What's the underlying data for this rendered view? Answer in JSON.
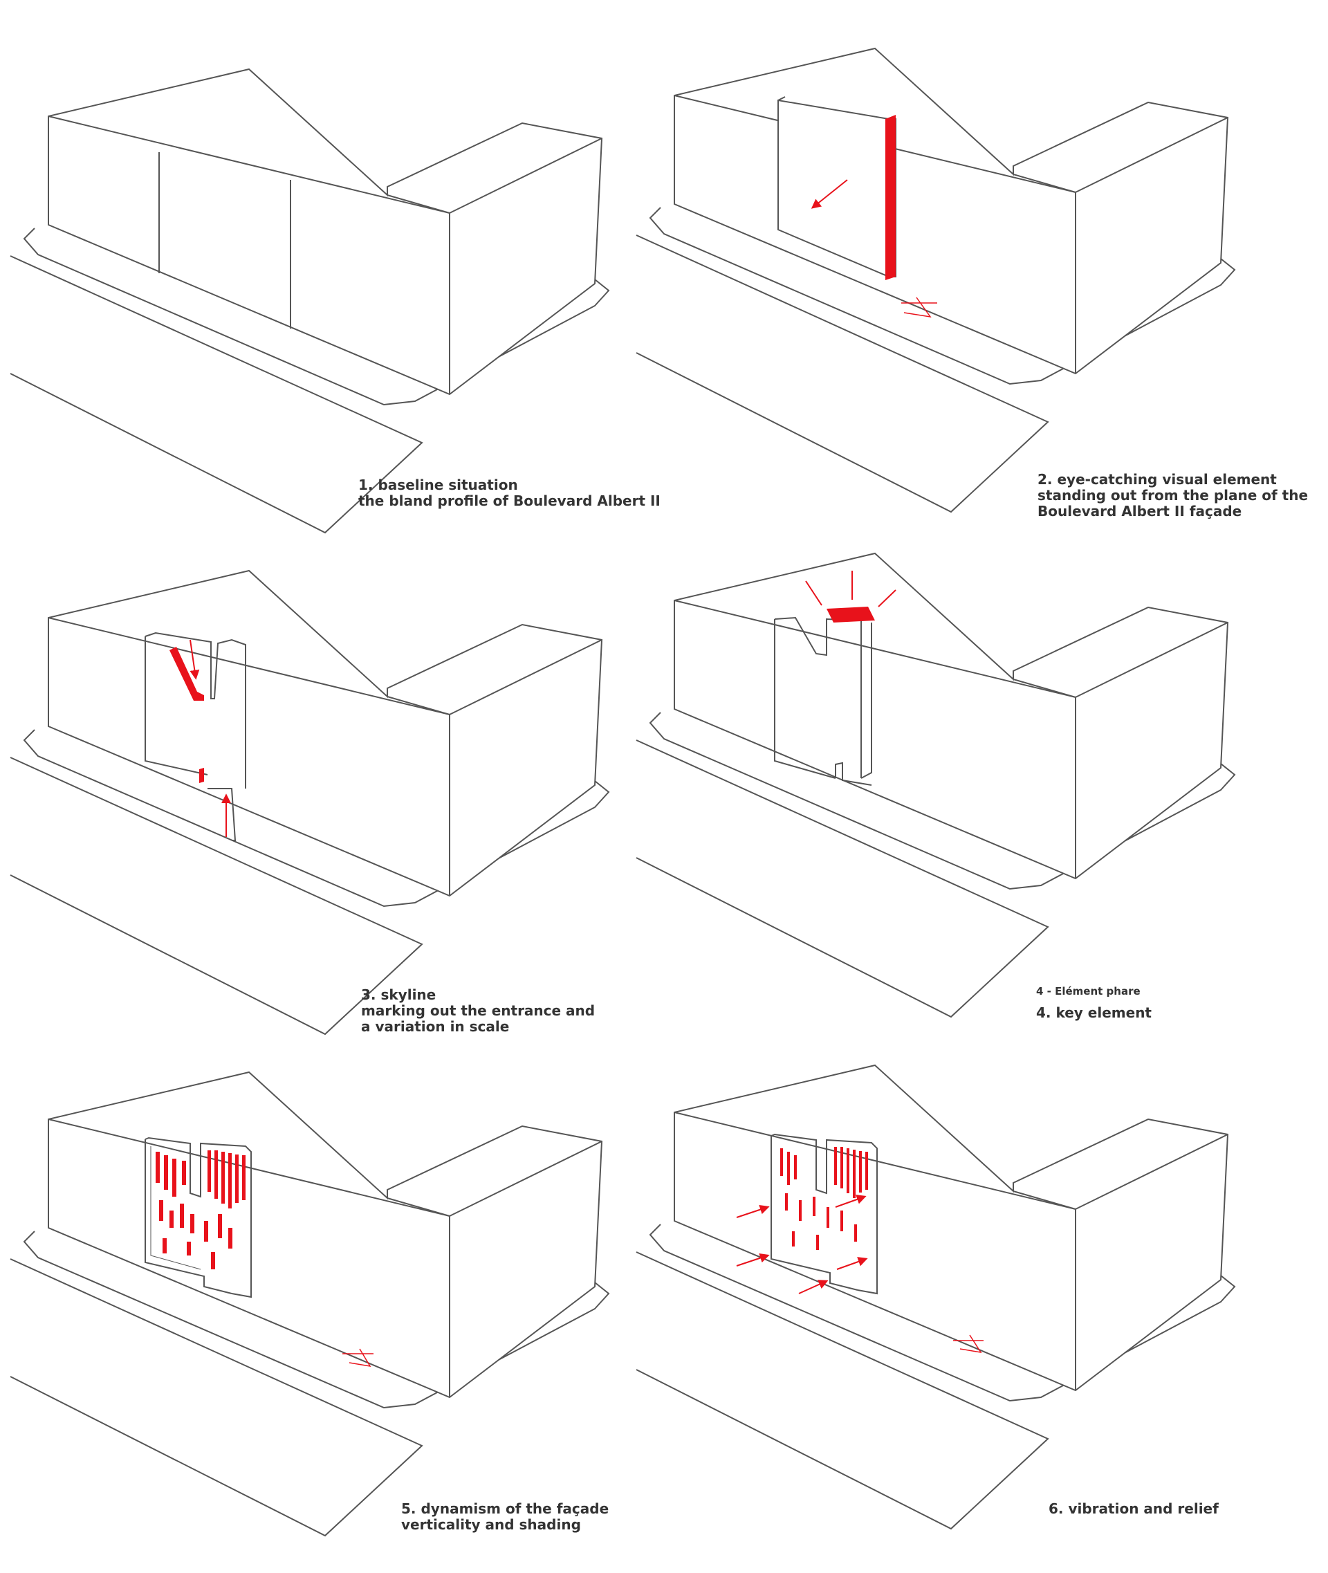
{
  "colors": {
    "line": "#555555",
    "accent": "#e8121b",
    "background": "#ffffff",
    "caption": "#333333"
  },
  "panels": [
    {
      "id": "panel-1",
      "caption_lines": [
        "1. baseline situation",
        "the bland profile of Boulevard Albert II"
      ]
    },
    {
      "id": "panel-2",
      "caption_lines": [
        "2. eye-catching visual element",
        "standing out from the plane of the",
        "Boulevard Albert II façade"
      ]
    },
    {
      "id": "panel-3",
      "caption_lines": [
        "3. skyline",
        "marking out the entrance and",
        "a variation in scale"
      ]
    },
    {
      "id": "panel-4",
      "caption_small": "4 - Elément phare",
      "caption_lines": [
        "4. key element"
      ]
    },
    {
      "id": "panel-5",
      "caption_lines": [
        "5. dynamism of the façade",
        "verticality and shading"
      ]
    },
    {
      "id": "panel-6",
      "caption_lines": [
        "6. vibration and relief"
      ]
    }
  ]
}
